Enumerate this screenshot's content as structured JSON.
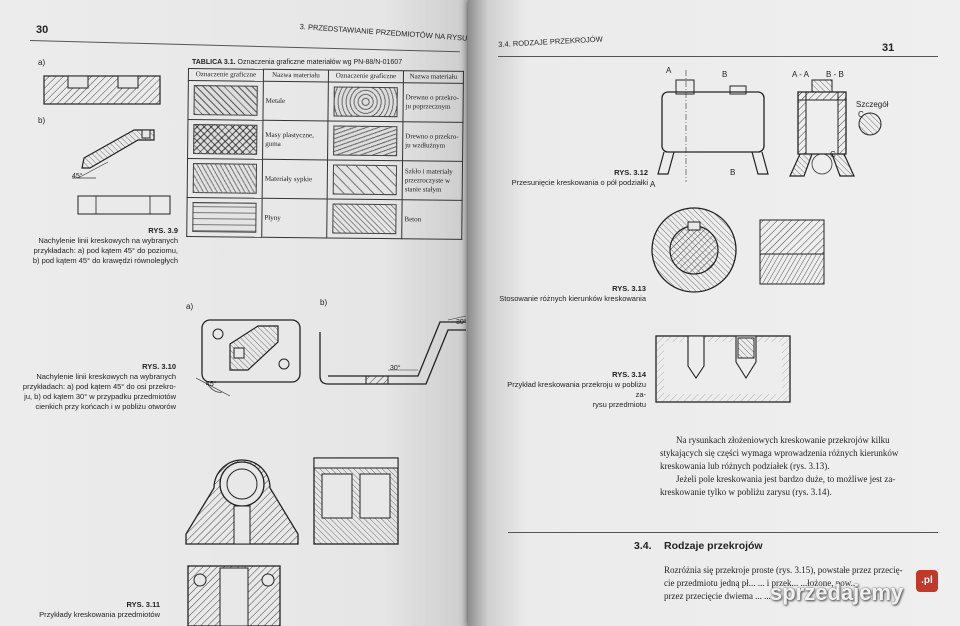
{
  "left_page": {
    "page_number": "30",
    "running_head": "3. PRZEDSTAWIANIE PRZEDMIOTÓW NA RYSUNKU",
    "fig_3_9": {
      "label_a": "a)",
      "label_b": "b)",
      "angle": "45°",
      "number": "RYS. 3.9",
      "caption": [
        "Nachylenie linii kreskowych na wybranych",
        "przykładach: a) pod kątem 45° do poziomu,",
        "b) pod kątem 45° do krawędzi równoległych"
      ]
    },
    "table": {
      "title_bold": "TABLICA 3.1.",
      "title": "Oznaczenia graficzne materiałów wg PN-88/N-01607",
      "headers": [
        "Oznaczenie graficzne",
        "Nazwa materiału",
        "Oznaczenie graficzne",
        "Nazwa materiału"
      ],
      "rows": [
        {
          "left_name": "Metale",
          "right_name": "Drewno o przekro-ju poprzecznym"
        },
        {
          "left_name": "Masy plastyczne, guma",
          "right_name": "Drewno o przekro-ju wzdłużnym"
        },
        {
          "left_name": "Materiały sypkie",
          "right_name": "Szkło i materiały przezroczyste w stanie stałym"
        },
        {
          "left_name": "Płyny",
          "right_name": "Beton"
        }
      ]
    },
    "fig_3_10": {
      "label_a": "a)",
      "label_b": "b)",
      "angle_a": "45°",
      "angle_b1": "30°",
      "angle_b2": "30°",
      "number": "RYS. 3.10",
      "caption": [
        "Nachylenie linii kreskowych na wybranych",
        "przykładach: a) pod kątem 45° do osi przekro-",
        "ju, b) od kątem 30° w przypadku przedmiotów",
        "cienkich przy końcach i w pobliżu otworów"
      ]
    },
    "fig_3_11": {
      "number": "RYS. 3.11",
      "caption": [
        "Przykłady kreskowania przedmiotów"
      ]
    }
  },
  "right_page": {
    "page_number": "31",
    "running_head": "3.4. RODZAJE PRZEKROJÓW",
    "fig_3_12": {
      "labels": [
        "A",
        "B",
        "A - A",
        "B - B",
        "Szczegół",
        "C",
        "C",
        "A",
        "B"
      ],
      "number": "RYS. 3.12",
      "caption": [
        "Przesunięcie kreskowania o pół podziałki"
      ]
    },
    "fig_3_13": {
      "number": "RYS. 3.13",
      "caption": [
        "Stosowanie różnych kierunków kreskowania"
      ]
    },
    "fig_3_14": {
      "number": "RYS. 3.14",
      "caption": [
        "Przykład kreskowania przekroju w pobliżu za-",
        "rysu przedmiotu"
      ]
    },
    "paragraph1": [
      "Na rysunkach złożeniowych kreskowanie przekrojów kilku",
      "stykających się części wymaga wprowadzenia różnych kierunków",
      "kreskowania lub różnych podziałek (rys. 3.13)."
    ],
    "paragraph2": [
      "Jeżeli pole kreskowania jest bardzo duże, to możliwe jest za-",
      "kreskowanie tylko w pobliżu zarysu (rys. 3.14)."
    ],
    "section_number": "3.4.",
    "section_title": "Rodzaje przekrojów",
    "paragraph3": [
      "Rozróżnia się przekroje proste (rys. 3.15), powstałe przez przecię-",
      "cie przedmiotu jedną pł... ... i przek... ...łożone, pow...",
      "przez przecięcie dwiema ... ..."
    ]
  },
  "watermark": {
    "text": "sprzedajemy",
    "badge": ".pl"
  }
}
